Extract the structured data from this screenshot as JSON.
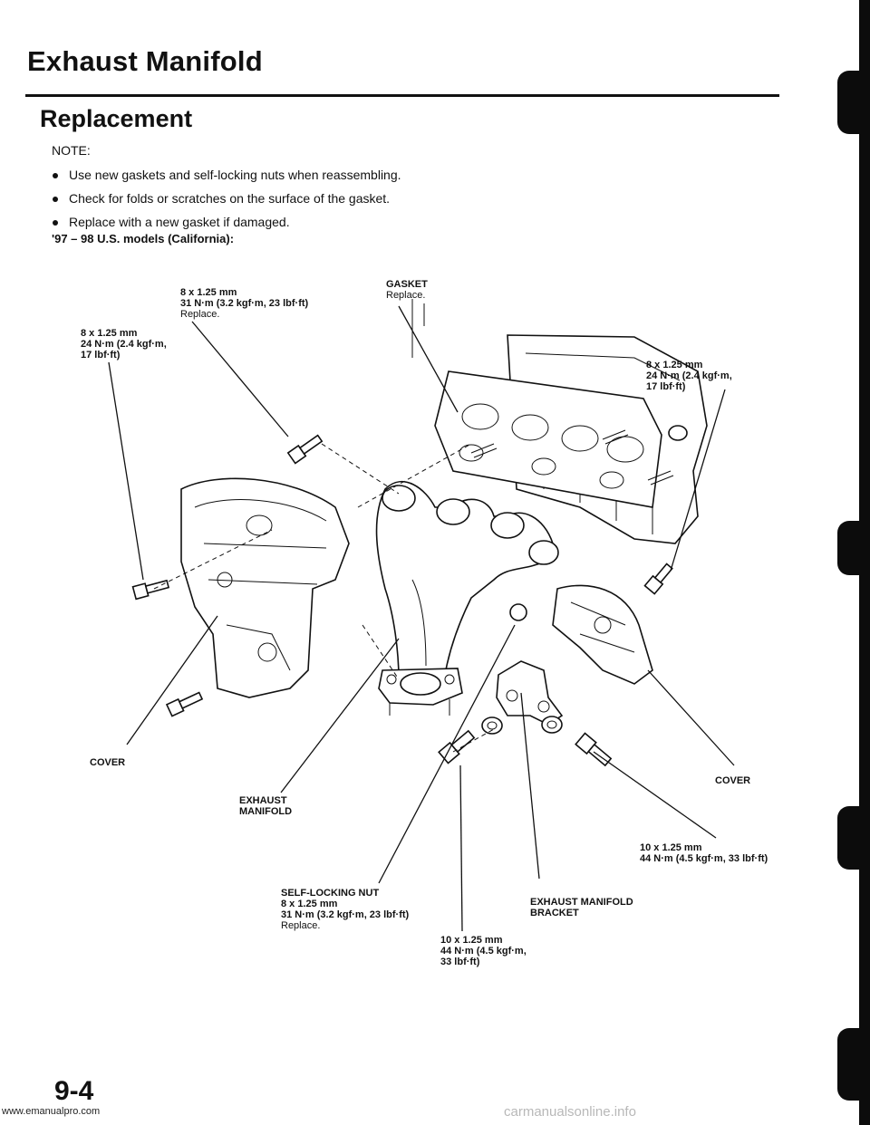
{
  "header": {
    "page_title": "Exhaust Manifold",
    "section_title": "Replacement"
  },
  "notes": {
    "label": "NOTE:",
    "items": [
      "Use new gaskets and self-locking nuts when reassembling.",
      "Check for folds or scratches on the surface of the gasket.",
      "Replace with a new gasket if damaged."
    ]
  },
  "model_label": "'97 – 98 U.S. models (California):",
  "callouts": {
    "bolt_top_center": {
      "size": "8 x 1.25 mm",
      "torque": "31 N·m (3.2 kgf·m, 23 lbf·ft)",
      "note": "Replace."
    },
    "gasket": {
      "name": "GASKET",
      "note": "Replace."
    },
    "bolt_top_right": {
      "size": "8 x 1.25 mm",
      "torque1": "24 N·m (2.4 kgf·m,",
      "torque2": "17 lbf·ft)"
    },
    "bolt_left": {
      "size": "8 x 1.25 mm",
      "torque1": "24 N·m (2.4 kgf·m,",
      "torque2": "17 lbf·ft)"
    },
    "cover_left": "COVER",
    "cover_right": "COVER",
    "exhaust_manifold": {
      "line1": "EXHAUST",
      "line2": "MANIFOLD"
    },
    "bolt_bracket_right": {
      "size": "10 x 1.25 mm",
      "torque": "44 N·m (4.5 kgf·m, 33 lbf·ft)"
    },
    "self_locking_nut": {
      "name": "SELF-LOCKING NUT",
      "size": "8 x 1.25 mm",
      "torque": "31 N·m (3.2 kgf·m, 23 lbf·ft)",
      "note": "Replace."
    },
    "bracket": {
      "line1": "EXHAUST MANIFOLD",
      "line2": "BRACKET"
    },
    "bolt_bracket_bottom": {
      "size": "10 x 1.25 mm",
      "torque1": "44 N·m (4.5 kgf·m,",
      "torque2": "33 lbf·ft)"
    }
  },
  "footer": {
    "page_number": "9-4",
    "url": "www.emanualpro.com",
    "watermark": "carmanualsonline.info"
  }
}
